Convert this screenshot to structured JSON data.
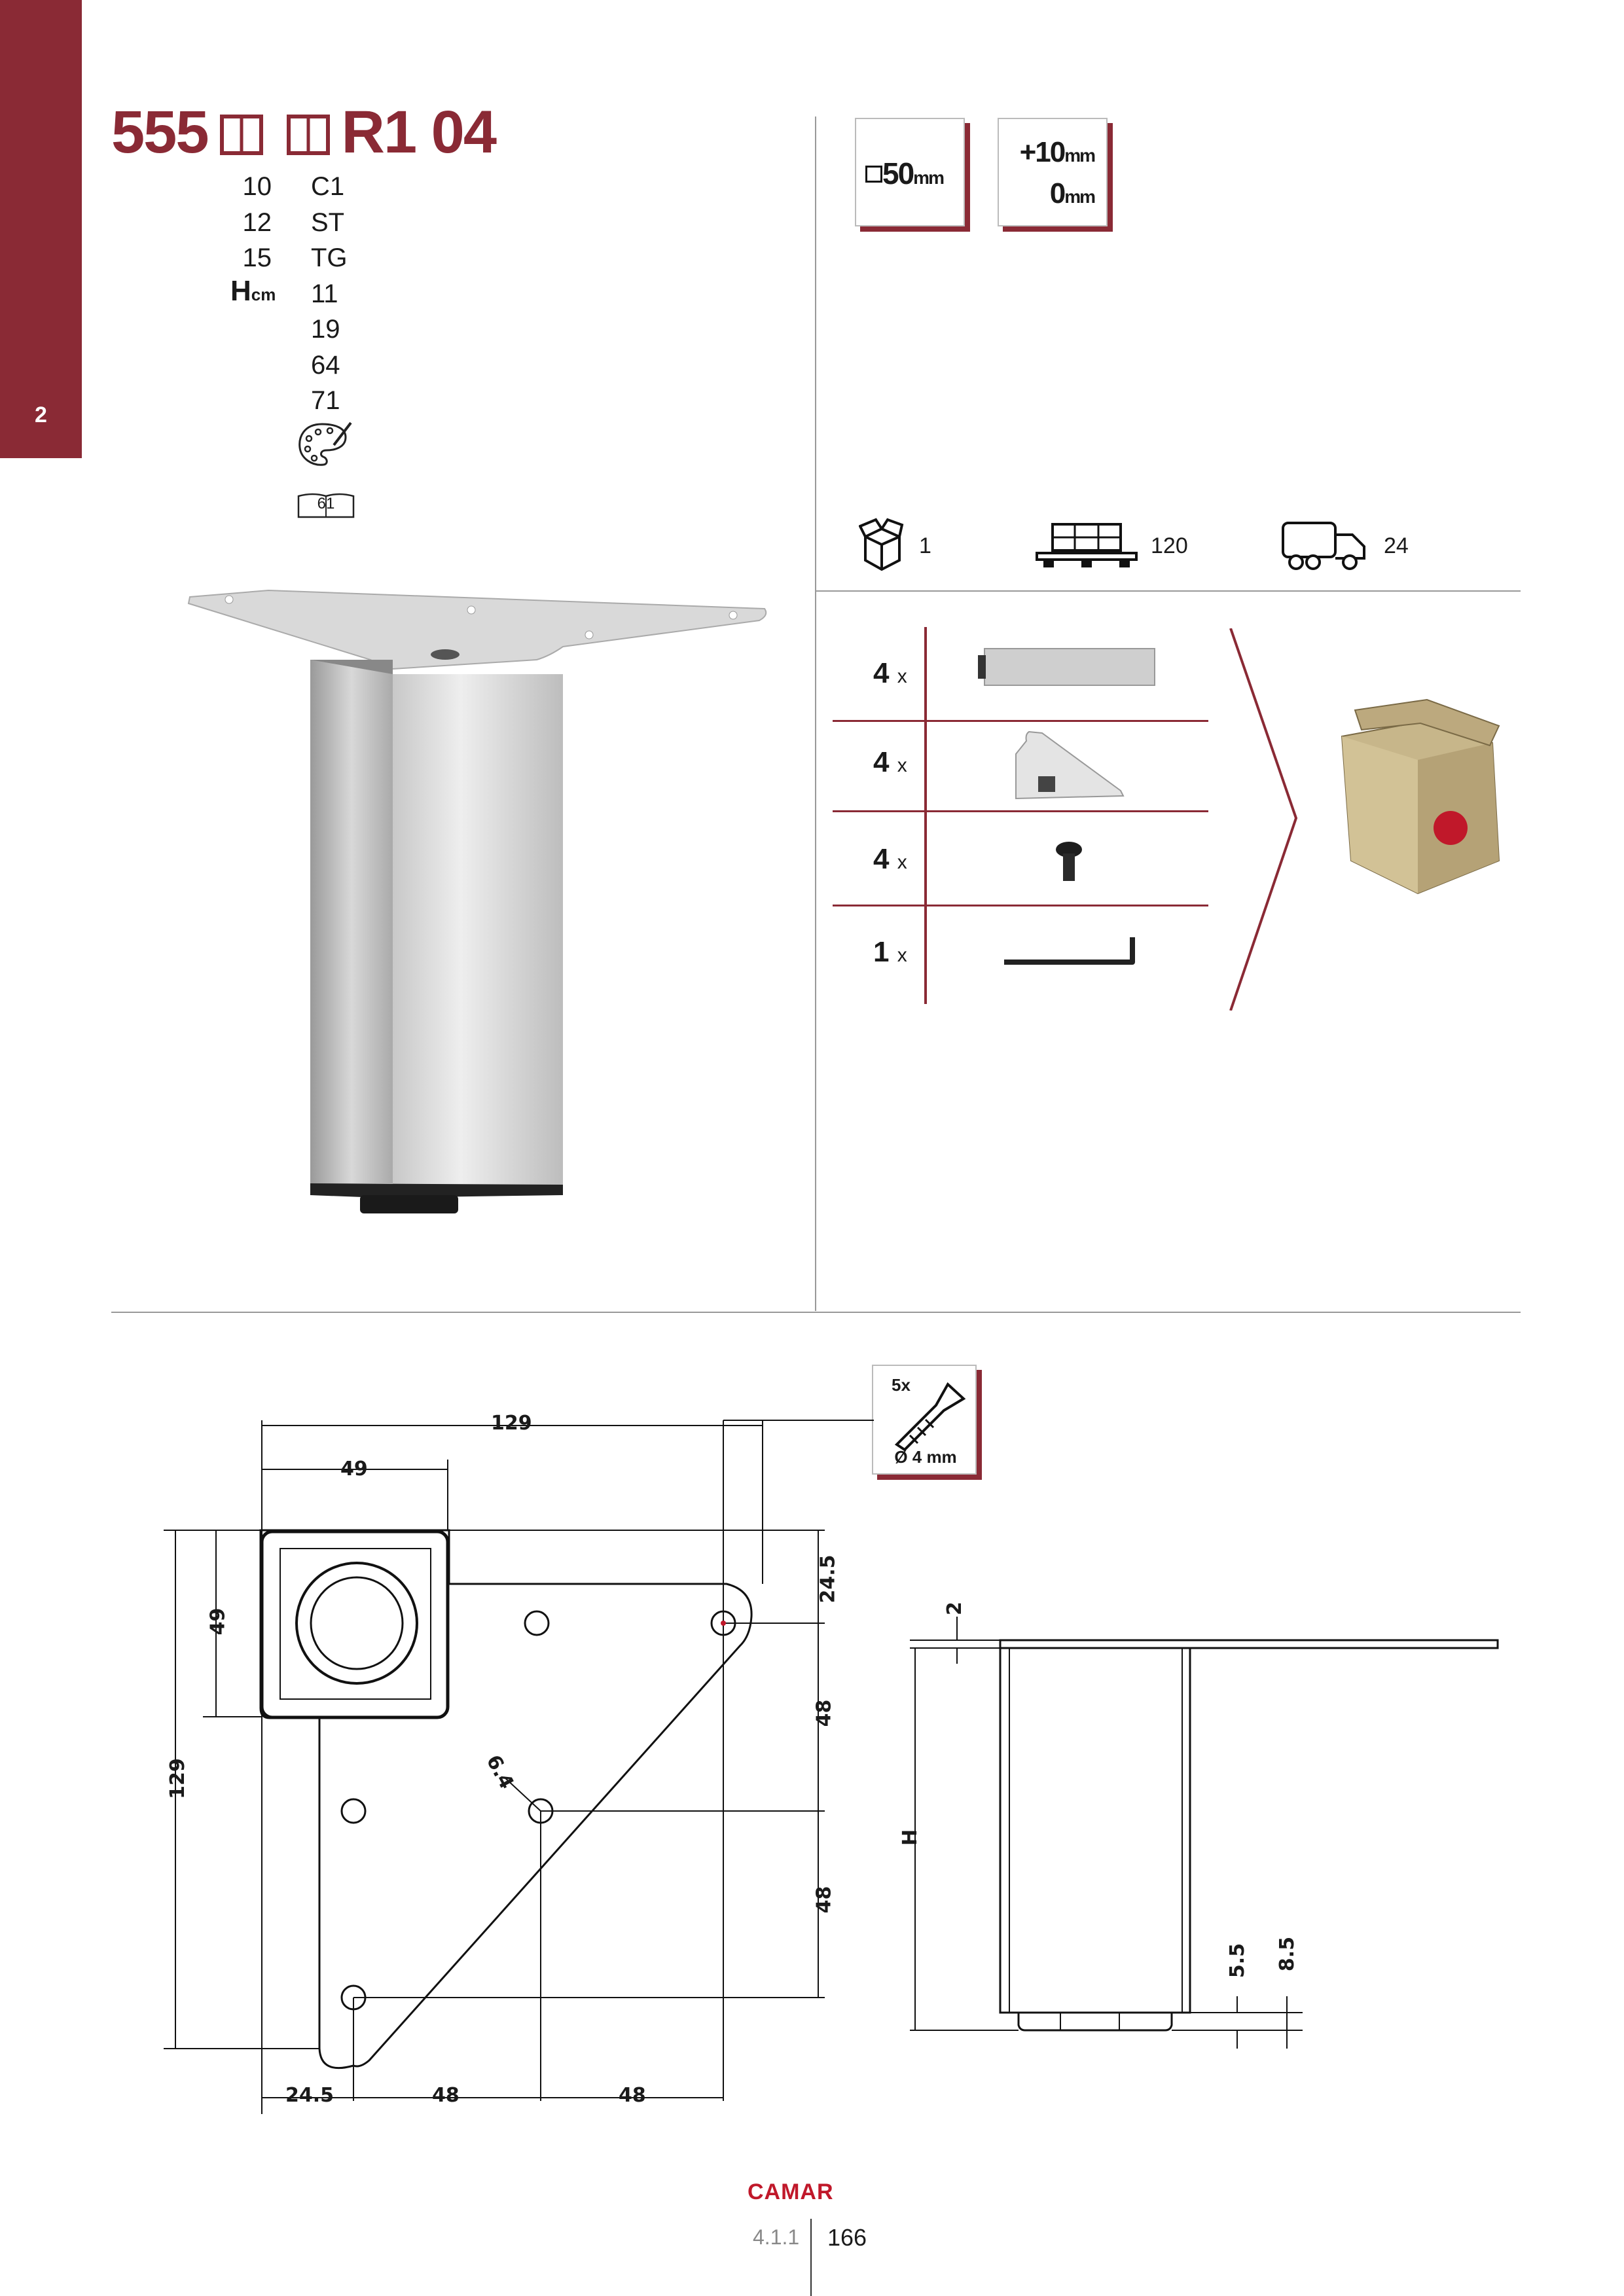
{
  "sidebar": {
    "section_number": "2"
  },
  "header": {
    "code_prefix": "555",
    "code_suffix": "R1 04",
    "heights_label": "H",
    "heights_unit": "cm",
    "heights": [
      "10",
      "12",
      "15"
    ],
    "finishes": [
      "C1",
      "ST",
      "TG",
      "11",
      "19",
      "64",
      "71"
    ],
    "catalog_ref": "61"
  },
  "specs": {
    "size_value": "50",
    "size_unit": "mm",
    "adjust_plus": "+10",
    "adjust_plus_unit": "mm",
    "adjust_zero": "0",
    "adjust_zero_unit": "mm"
  },
  "packaging": {
    "box": "1",
    "pallet": "120",
    "truck": "24"
  },
  "contents": [
    {
      "qty": "4",
      "x": "x",
      "item": "leg"
    },
    {
      "qty": "4",
      "x": "x",
      "item": "mounting-plate"
    },
    {
      "qty": "4",
      "x": "x",
      "item": "screw"
    },
    {
      "qty": "1",
      "x": "x",
      "item": "allen-key"
    }
  ],
  "screws_badge": {
    "count": "5x",
    "diameter": "Ø 4 mm"
  },
  "drawing": {
    "dims": {
      "overall_width": "129",
      "overall_height": "129",
      "square_w": "49",
      "square_h": "49",
      "hole_offset_top": "24.5",
      "spacing_1": "48",
      "spacing_2": "48",
      "bottom_24_5": "24.5",
      "bottom_48a": "48",
      "bottom_48b": "48",
      "hole_diam": "6.4",
      "plate_thickness": "2",
      "height": "H",
      "foot_5_5": "5.5",
      "foot_8_5": "8.5"
    }
  },
  "footer": {
    "brand": "CAMAR",
    "section": "4.1.1",
    "page": "166"
  },
  "colors": {
    "accent": "#8a2a35",
    "brand_red": "#c0182a"
  }
}
